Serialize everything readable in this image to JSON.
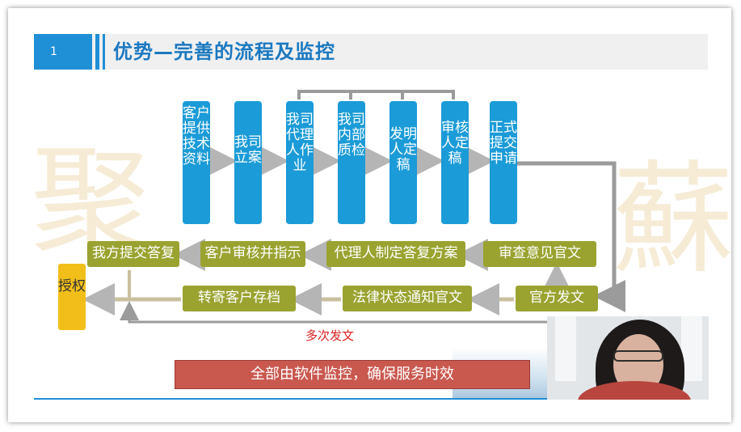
{
  "header": {
    "number": "1",
    "title": "优势—完善的流程及监控"
  },
  "watermarks": [
    "聚",
    "蘇"
  ],
  "flow_top": [
    "客户提供技术资料",
    "我司立案",
    "我司代理人作业",
    "我司内部质检",
    "发明人定稿",
    "审核人定稿",
    "正式提交申请"
  ],
  "flow_row2": [
    "审查意见官文",
    "代理人制定答复方案",
    "客户审核并指示",
    "我方提交答复"
  ],
  "flow_row3": [
    "官方发文",
    "法律状态通知官文",
    "转寄客户存档"
  ],
  "grant_label": "授权",
  "loop_label": "多次发文",
  "monitor_text": "全部由软件监控，确保服务时效",
  "colors": {
    "accent": "#1f8fd6",
    "step_blue": "#1b9bd7",
    "step_olive": "#9aa330",
    "grant_yellow": "#f2bf1a",
    "banner_red": "#c9584f",
    "label_red": "#d8201f",
    "arrow_gray": "#b5b5b5"
  }
}
